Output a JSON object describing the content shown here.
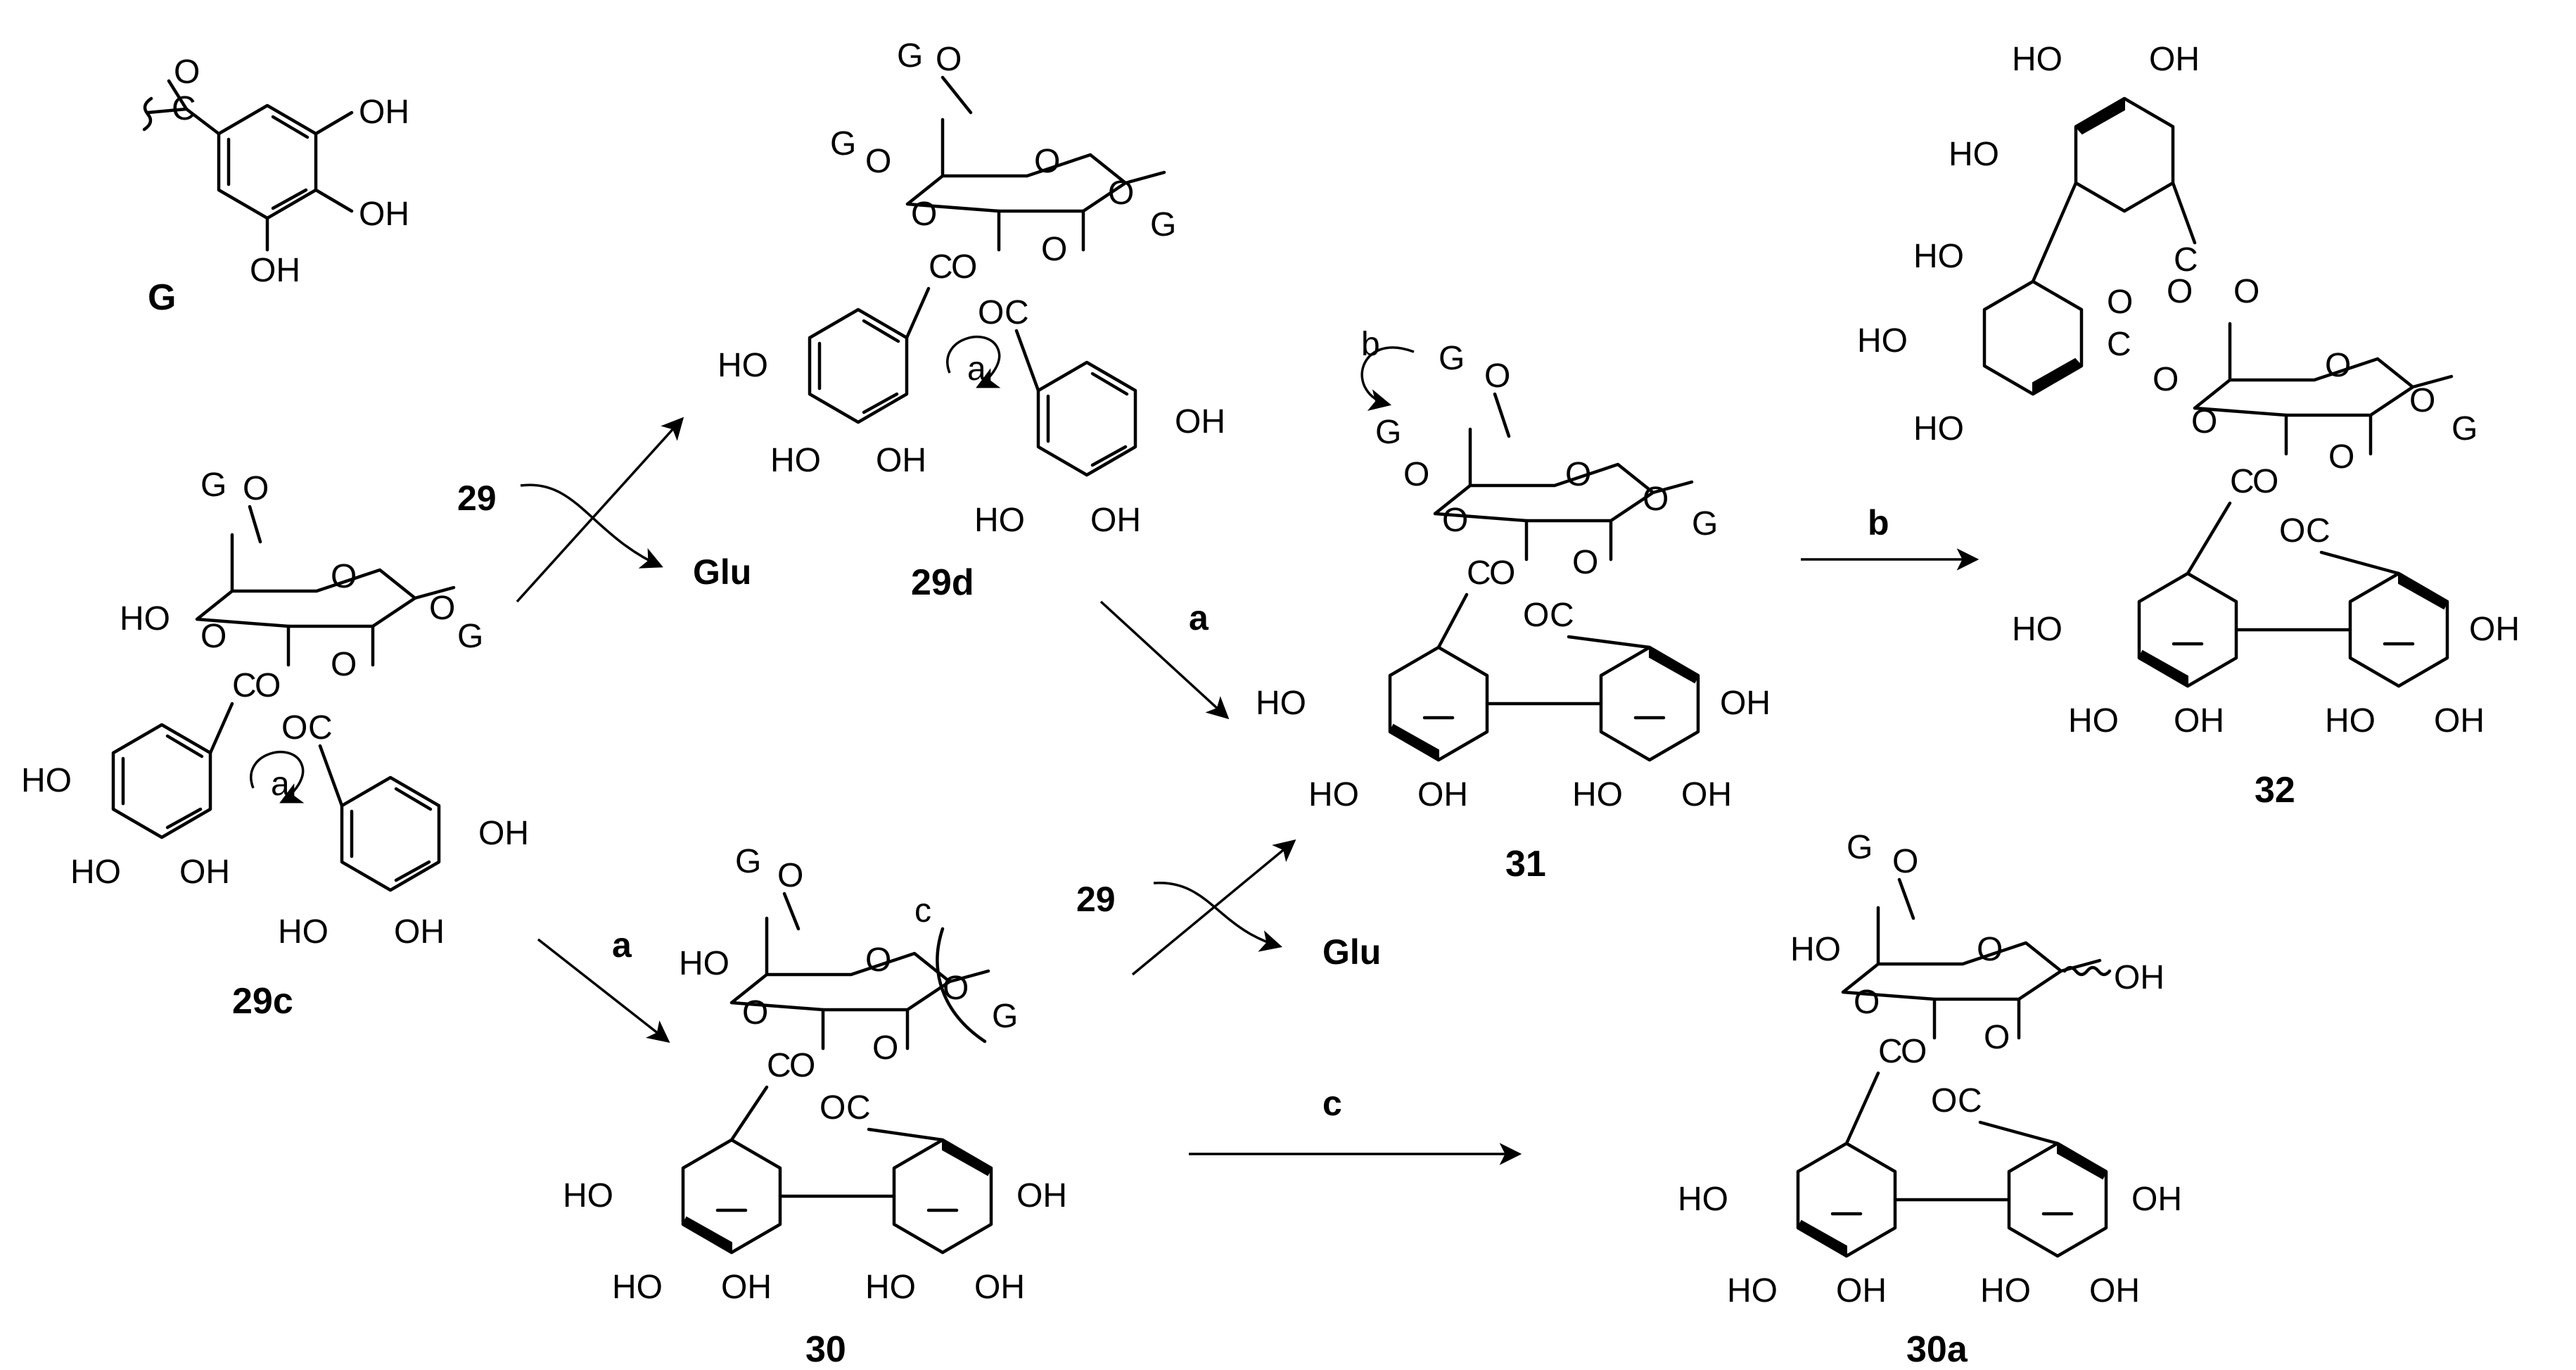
{
  "compounds": {
    "g": "G",
    "c29c": "29c",
    "c29d": "29d",
    "c30": "30",
    "c30a": "30a",
    "c31": "31",
    "c32": "32"
  },
  "reagents": {
    "r29_top": "29",
    "r29_mid": "29",
    "glu_top": "Glu",
    "glu_mid": "Glu"
  },
  "conditions": {
    "a_29c_30": "a",
    "a_29d_31": "a",
    "b_31_32": "b",
    "c_30_30a": "c",
    "a_curl_29c": "a",
    "a_curl_29d": "a",
    "b_curl_31": "b",
    "c_cut_30": "c"
  },
  "atoms": {
    "OH": "OH",
    "HO": "HO",
    "O": "O",
    "C": "C",
    "G": "G"
  }
}
